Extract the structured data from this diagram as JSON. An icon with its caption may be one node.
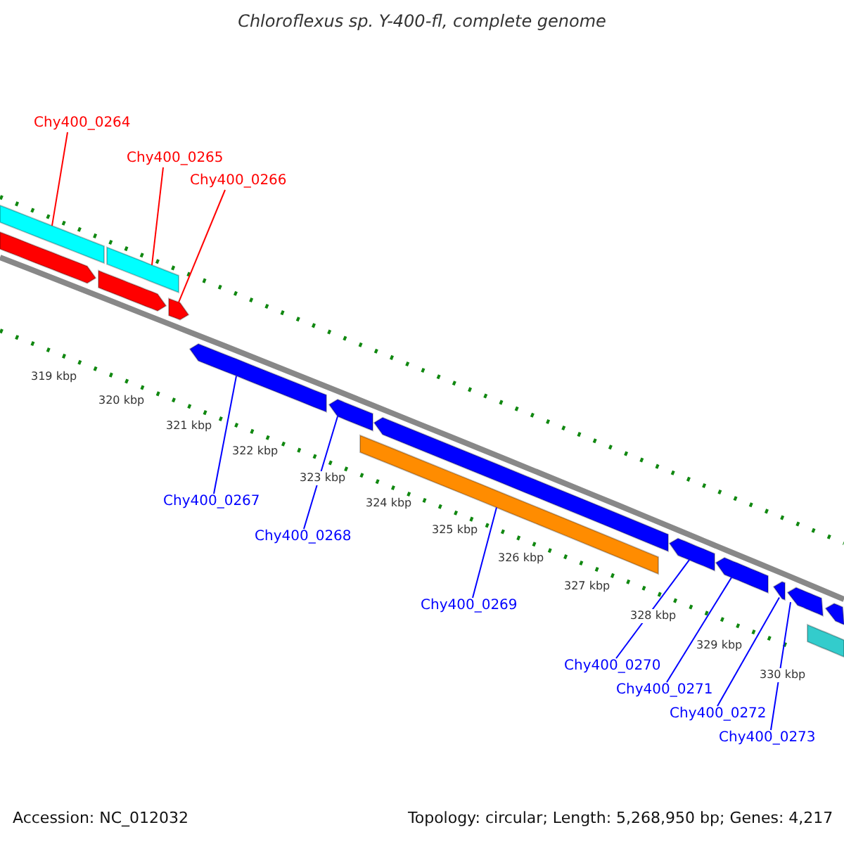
{
  "diagram": {
    "title": "Chloroflexus sp. Y-400-fl, complete genome",
    "nodes": [
      {
        "text": [
          "Chy400_0264"
        ]
      },
      {
        "text": [
          "Chy400_0265"
        ]
      },
      {
        "text": [
          "Chy400_0266"
        ]
      },
      {
        "text": [
          "Chy400_0267"
        ]
      },
      {
        "text": [
          "Chy400_0268"
        ]
      },
      {
        "text": [
          "Chy400_0269"
        ]
      },
      {
        "text": [
          "Chy400_0270"
        ]
      },
      {
        "text": [
          "Chy400_0271"
        ]
      },
      {
        "text": [
          "Chy400_0272"
        ]
      },
      {
        "text": [
          "Chy400_0273"
        ]
      },
      {
        "text": [],
        "shape": "bar"
      },
      {
        "text": [],
        "shape": "bar"
      },
      {
        "text": [],
        "shape": "pentagon"
      },
      {
        "text": [],
        "shape": "pentagon"
      },
      {
        "text": [],
        "shape": "pentagon"
      },
      {
        "text": [],
        "shape": "pentagon"
      },
      {
        "text": [],
        "shape": "pentagon"
      },
      {
        "text": [],
        "shape": "pentagon"
      },
      {
        "text": [],
        "shape": "bar"
      },
      {
        "text": [],
        "shape": "pentagon"
      },
      {
        "text": [],
        "shape": "pentagon"
      },
      {
        "text": [],
        "shape": "pentagon"
      },
      {
        "text": [],
        "shape": "pentagon"
      },
      {
        "text": [],
        "shape": "pentagon"
      },
      {
        "text": [],
        "shape": "bar"
      }
    ],
    "edges": [
      {
        "from": 0,
        "to": 10,
        "arrow": "none",
        "color": "#ff0000"
      },
      {
        "from": 1,
        "to": 11,
        "arrow": "none",
        "color": "#ff0000"
      },
      {
        "from": 2,
        "to": 14,
        "arrow": "none",
        "color": "#ff0000"
      },
      {
        "from": 3,
        "to": 15,
        "arrow": "none",
        "color": "#0000ff"
      },
      {
        "from": 4,
        "to": 16,
        "arrow": "none",
        "color": "#0000ff"
      },
      {
        "from": 5,
        "to": 18,
        "arrow": "none",
        "color": "#0000ff"
      },
      {
        "from": 6,
        "to": 19,
        "arrow": "none",
        "color": "#0000ff"
      },
      {
        "from": 7,
        "to": 20,
        "arrow": "none",
        "color": "#0000ff"
      },
      {
        "from": 8,
        "to": 21,
        "arrow": "none",
        "color": "#0000ff"
      },
      {
        "from": 9,
        "to": 22,
        "arrow": "none",
        "color": "#0000ff"
      }
    ],
    "labels": [
      "319 kbp",
      "320 kbp",
      "321 kbp",
      "322 kbp",
      "323 kbp",
      "324 kbp",
      "325 kbp",
      "326 kbp",
      "327 kbp",
      "328 kbp",
      "329 kbp",
      "330 kbp",
      "Accession: NC_012032",
      "Topology: circular; Length: 5,268,950 bp; Genes: 4,217"
    ]
  }
}
